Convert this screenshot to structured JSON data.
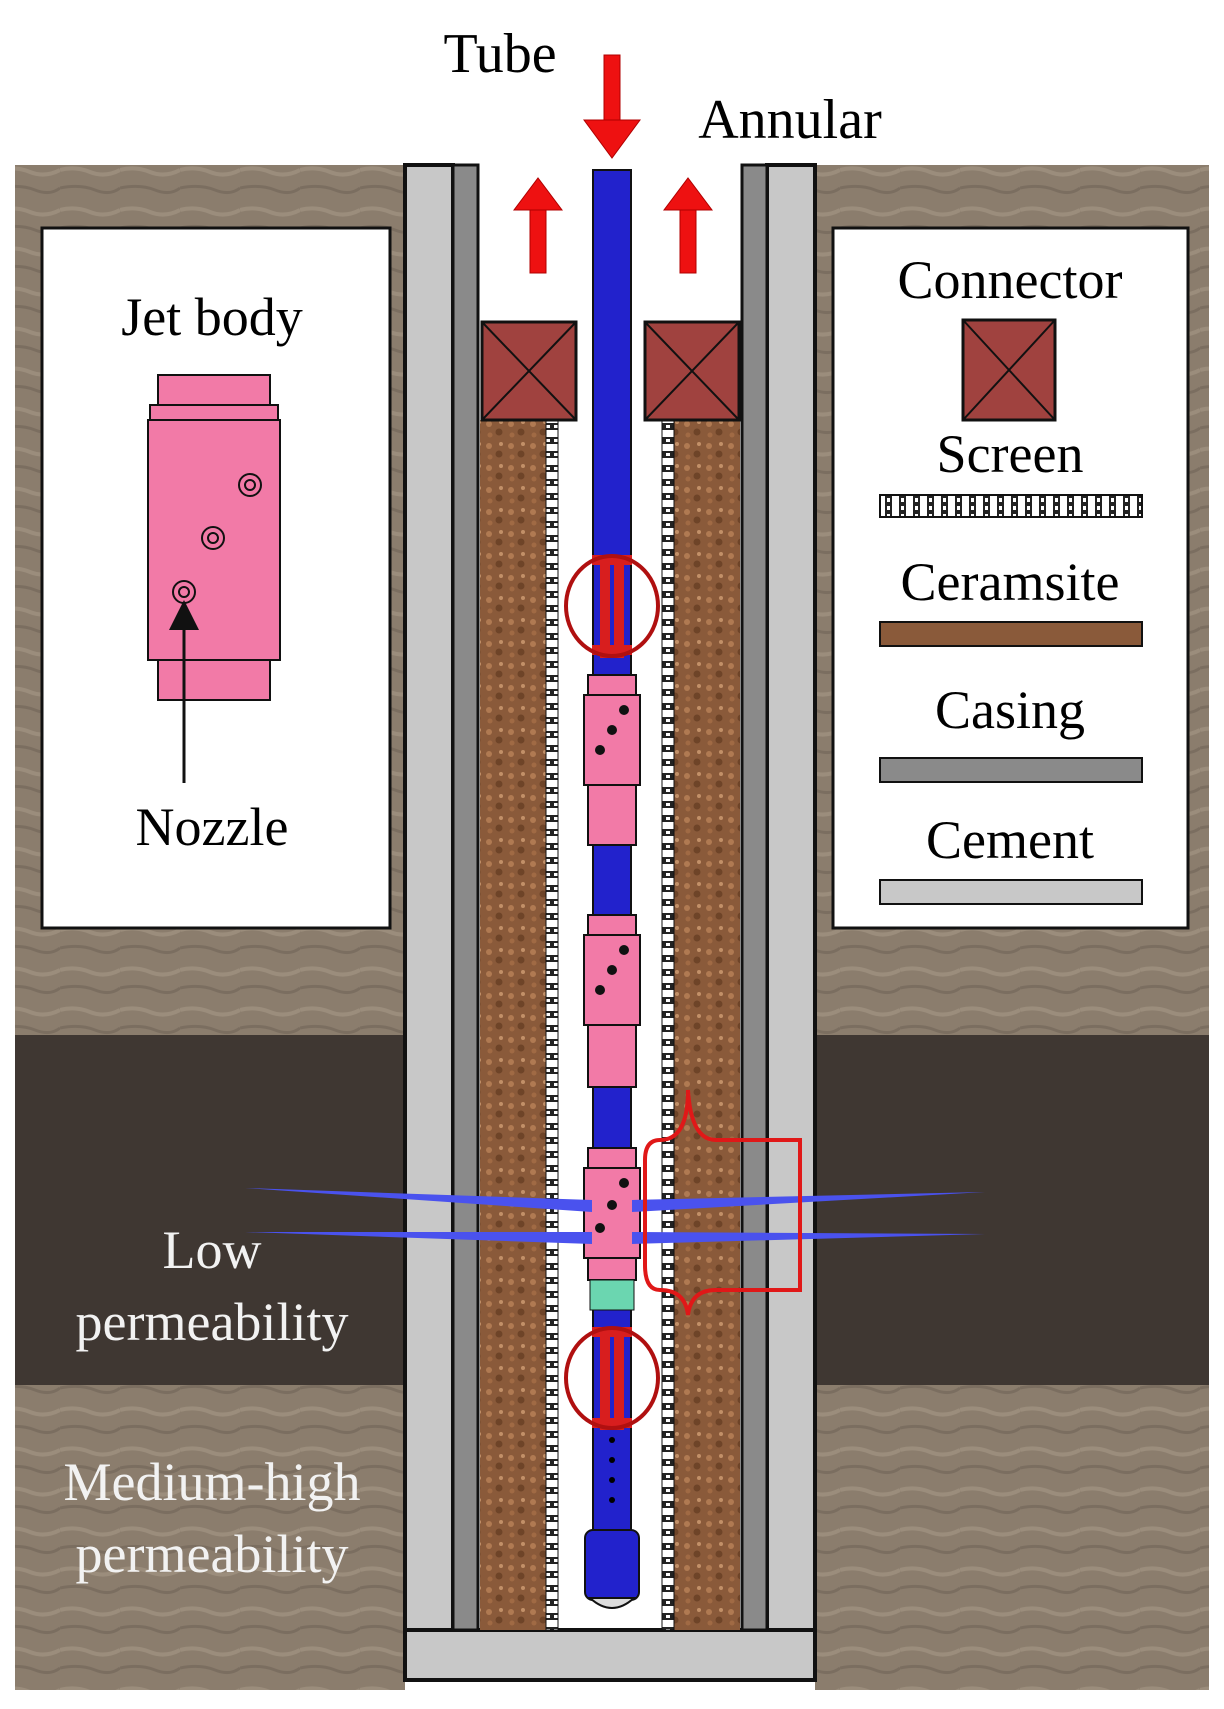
{
  "labels": {
    "tube": "Tube",
    "annular": "Annular",
    "jet_body": "Jet body",
    "nozzle": "Nozzle",
    "low_perm_line1": "Low",
    "low_perm_line2": "permeability",
    "medhigh_perm_line1": "Medium-high",
    "medhigh_perm_line2": "permeability"
  },
  "legend": {
    "items": [
      {
        "label": "Connector",
        "swatch": "connector"
      },
      {
        "label": "Screen",
        "swatch": "screen"
      },
      {
        "label": "Ceramsite",
        "swatch": "ceramsite"
      },
      {
        "label": "Casing",
        "swatch": "casing"
      },
      {
        "label": "Cement",
        "swatch": "cement"
      }
    ]
  },
  "colors": {
    "rock_light": "#8b7d6d",
    "rock_dark": "#3f3732",
    "cement": "#c8c8c8",
    "casing": "#8a8a8a",
    "ceramsite": "#8a5a3a",
    "connector": "#a0423f",
    "tubing": "#2222cc",
    "jet_body": "#f27aa7",
    "packer": "#d81e1e",
    "flow_arrow": "#ee1111",
    "jet_stream": "#4a52ee",
    "filter": "#6bd6b0"
  }
}
